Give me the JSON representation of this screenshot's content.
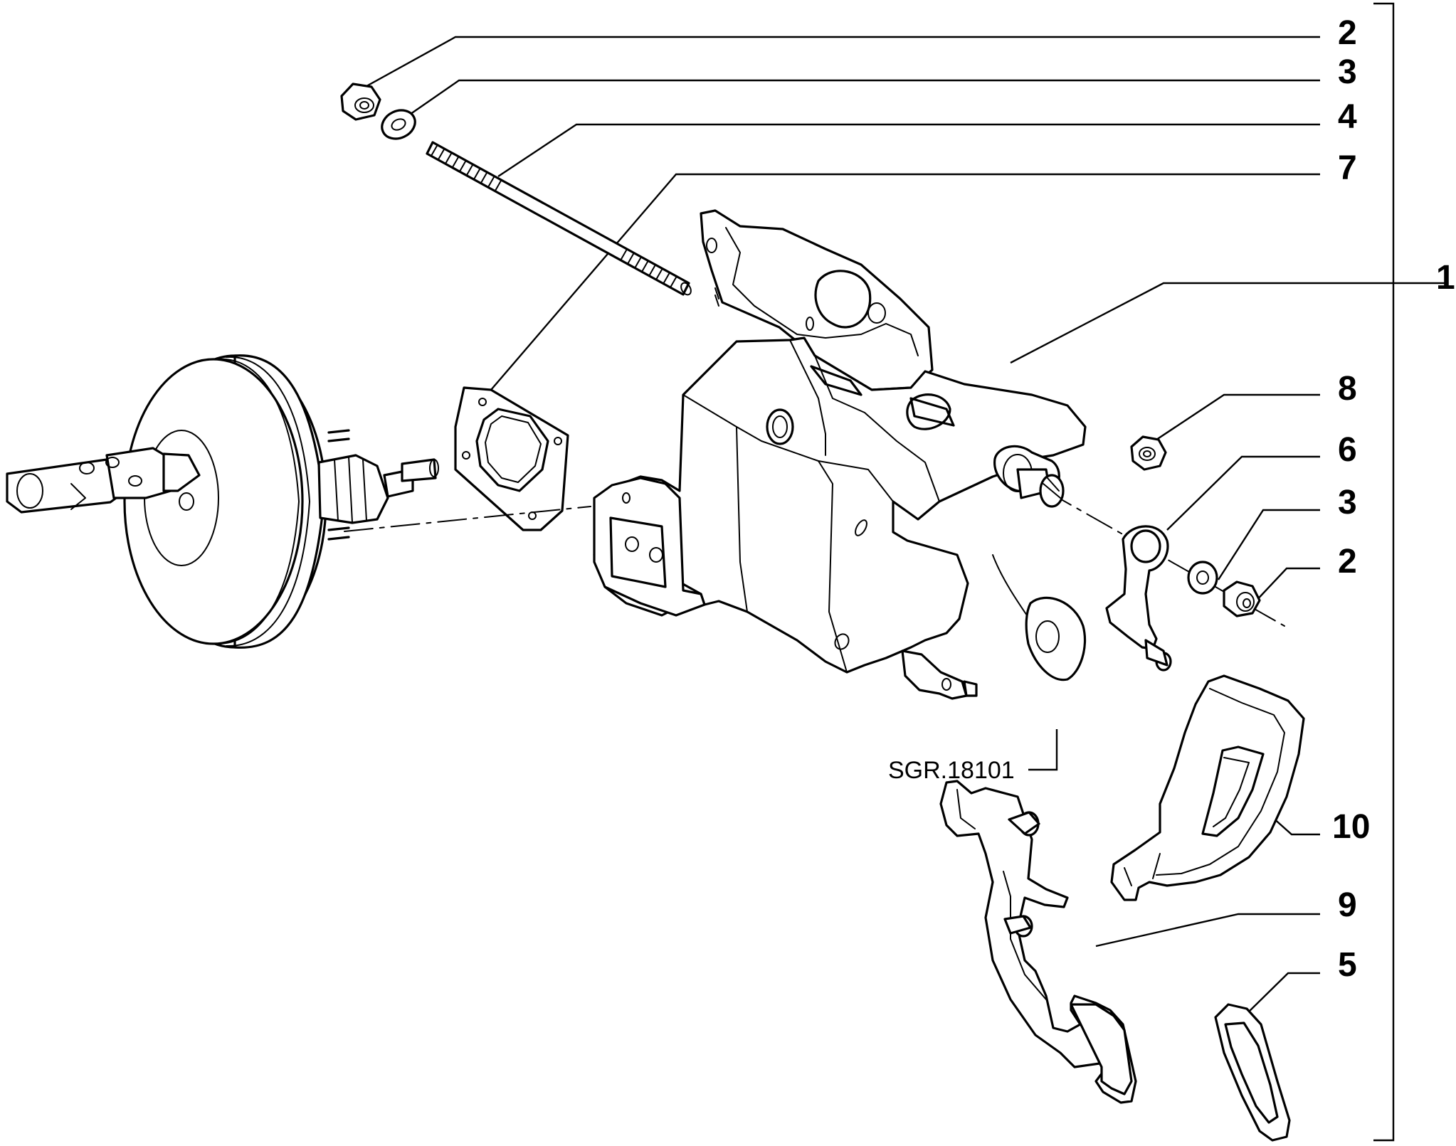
{
  "reference_code": "SGR.18101",
  "callouts": [
    {
      "id": "c2a",
      "label": "2"
    },
    {
      "id": "c3a",
      "label": "3"
    },
    {
      "id": "c4",
      "label": "4"
    },
    {
      "id": "c7",
      "label": "7"
    },
    {
      "id": "c1",
      "label": "1"
    },
    {
      "id": "c8",
      "label": "8"
    },
    {
      "id": "c6",
      "label": "6"
    },
    {
      "id": "c3b",
      "label": "3"
    },
    {
      "id": "c2b",
      "label": "2"
    },
    {
      "id": "c10",
      "label": "10"
    },
    {
      "id": "c9",
      "label": "9"
    },
    {
      "id": "c5",
      "label": "5"
    }
  ],
  "parts": {
    "nut_top": "nut",
    "washer_top": "washer",
    "stud": "threaded stud",
    "gasket": "gasket",
    "pedal_bracket": "pedal box bracket",
    "brake_booster": "brake servo with master cylinder",
    "nut_side": "nut",
    "lever": "lever",
    "washer_side": "washer",
    "bolt_side": "flanged nut",
    "pedal_guard": "cover",
    "pedal": "pedal",
    "pedal_pad": "pedal pad"
  }
}
